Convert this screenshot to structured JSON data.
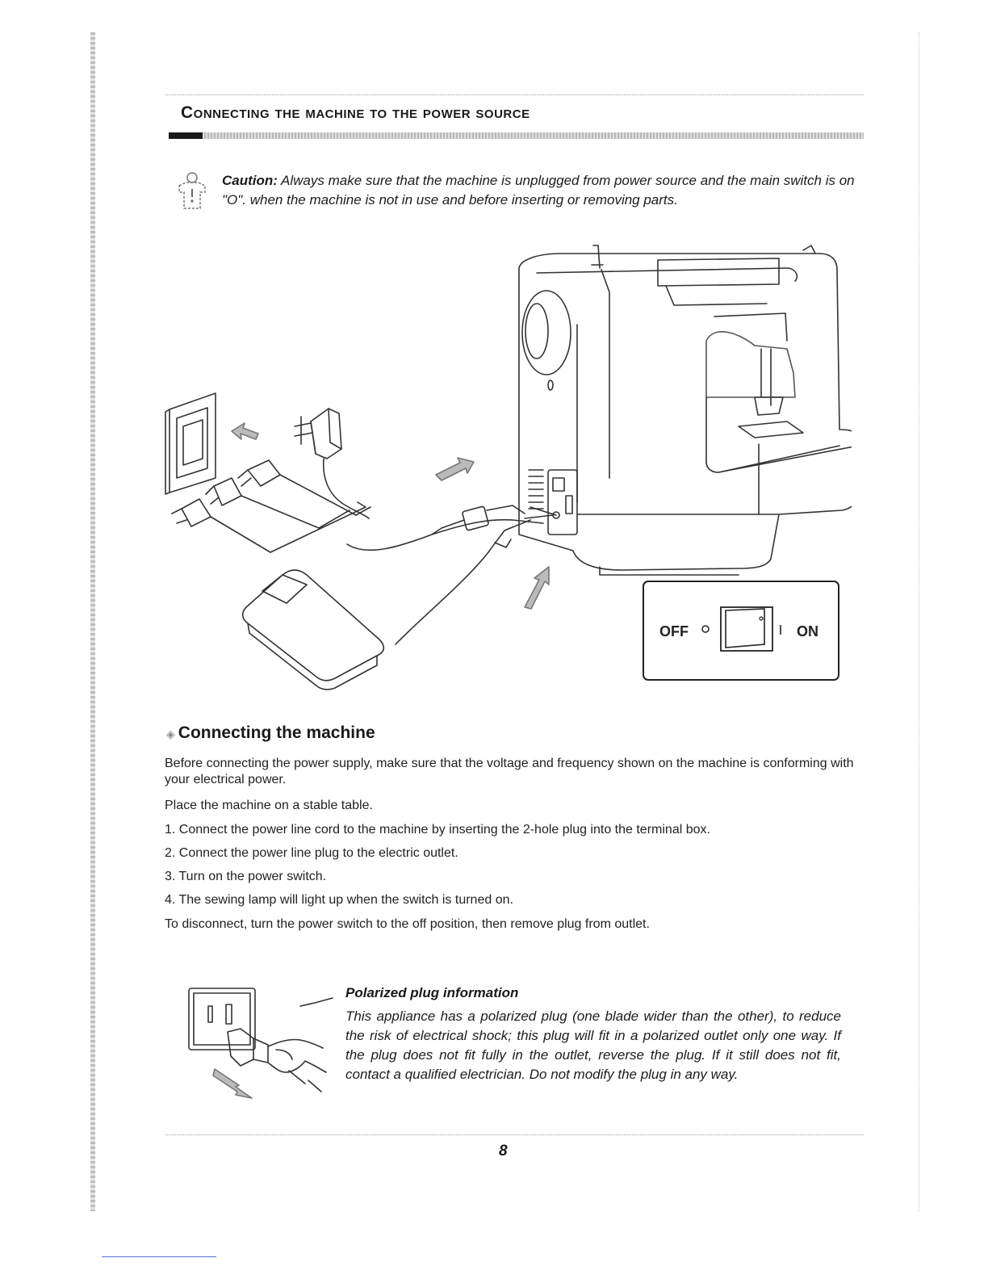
{
  "section": {
    "title": "Connecting the machine to the power source",
    "caution_label": "Caution:",
    "caution_text": " Always make sure that the machine is unplugged from power source and the main switch is on \"O\". when the machine is not in use and before inserting or removing parts."
  },
  "figure": {
    "switch_off_label": "OFF",
    "switch_on_label": "ON"
  },
  "connecting": {
    "heading": "Connecting the machine",
    "intro": "Before connecting the power supply, make sure that the voltage and frequency shown on the machine is conforming with your electrical power.",
    "place": "Place the machine on a stable table.",
    "steps": [
      "1. Connect the power line cord to the machine by inserting the 2-hole plug into the terminal box.",
      "2. Connect the power line plug to the electric outlet.",
      "3. Turn on the power switch.",
      "4. The sewing lamp will light up when the switch is turned on."
    ],
    "disconnect": "To disconnect, turn the power switch to the off position, then remove plug from outlet."
  },
  "polarized": {
    "title": "Polarized plug information",
    "text": "This appliance has a polarized plug (one blade wider than the other), to reduce the risk of electrical shock; this plug will fit in a polarized outlet only one way. If the plug does not fit fully in the outlet, reverse the plug. If it still does not fit, contact a qualified electrician. Do not modify the plug in any way."
  },
  "footer": {
    "page_number": "8"
  }
}
